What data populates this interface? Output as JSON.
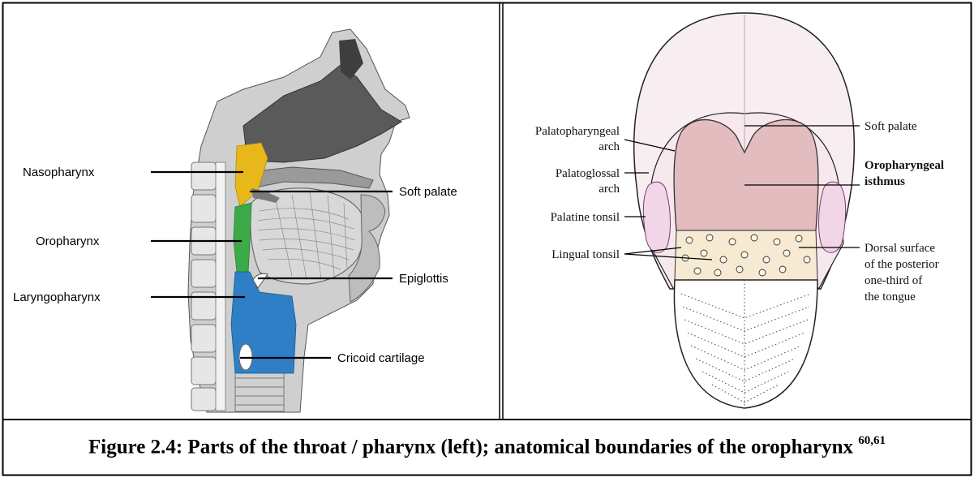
{
  "left_panel": {
    "labels": {
      "nasopharynx": "Nasopharynx",
      "oropharynx": "Oropharynx",
      "laryngopharynx": "Laryngopharynx",
      "soft_palate": "Soft palate",
      "epiglottis": "Epiglottis",
      "cricoid": "Cricoid cartilage"
    },
    "region_colors": {
      "nasopharynx": "#e8b81a",
      "oropharynx": "#3daa4a",
      "laryngopharynx": "#2f7fc6"
    }
  },
  "right_panel": {
    "labels": {
      "palatopharyngeal_1": "Palatopharyngeal",
      "palatopharyngeal_2": "arch",
      "palatoglossal_1": "Palatoglossal",
      "palatoglossal_2": "arch",
      "palatine_tonsil": "Palatine tonsil",
      "lingual_tonsil": "Lingual tonsil",
      "soft_palate": "Soft palate",
      "oropharyngeal_1": "Oropharyngeal",
      "oropharyngeal_2": "isthmus",
      "dorsal_1": "Dorsal surface",
      "dorsal_2": "of the posterior",
      "dorsal_3": "one-third of",
      "dorsal_4": "the tongue"
    }
  },
  "caption": {
    "text": "Figure 2.4: Parts of the throat / pharynx (left); anatomical boundaries of the oropharynx",
    "refs": "60,61"
  }
}
